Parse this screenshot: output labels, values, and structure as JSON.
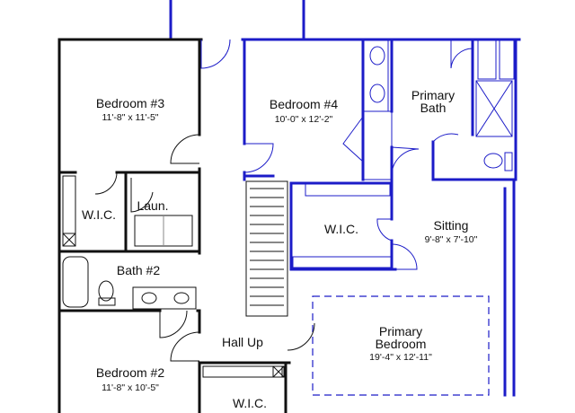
{
  "plan": {
    "rooms": {
      "bedroom3": {
        "name": "Bedroom #3",
        "size": "11'-8\" x 11'-5\""
      },
      "bedroom4": {
        "name": "Bedroom #4",
        "size": "10'-0\" x 12'-2\""
      },
      "primary_bath": {
        "name_line1": "Primary",
        "name_line2": "Bath"
      },
      "wic_left": {
        "name": "W.I.C."
      },
      "laundry": {
        "name": "Laun."
      },
      "wic_center": {
        "name": "W.I.C."
      },
      "sitting": {
        "name": "Sitting",
        "size": "9'-8\" x 7'-10\""
      },
      "bath2": {
        "name": "Bath #2"
      },
      "primary_bedroom": {
        "name_line1": "Primary",
        "name_line2": "Bedroom",
        "size": "19'-4\" x 12'-11\""
      },
      "hall": {
        "name": "Hall Up"
      },
      "bedroom2": {
        "name": "Bedroom #2",
        "size": "11'-8\" x 10'-5\""
      },
      "wic_bottom": {
        "name": "W.I.C."
      }
    },
    "colors": {
      "black_walls": "#111111",
      "blue_walls": "#1c1cc8"
    }
  }
}
